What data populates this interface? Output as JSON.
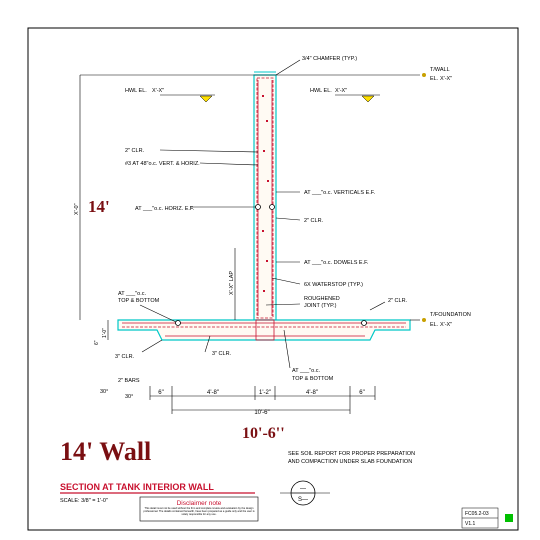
{
  "labels": {
    "chamfer": "3/4\" CHAMFER (TYP.)",
    "top_of_wall": "T/WALL",
    "wall_el": "EL.",
    "wall_el_value": "X'-X\"",
    "hwl_left": "HWL EL.",
    "hwl_left_value": "X'-X\"",
    "hwl_right": "HWL EL.",
    "hwl_right_value": "X'-X\"",
    "clr_2_left": "2\" CLR.",
    "temp_bars": "#3 AT 48\"o.c. VERT. & HORIZ.",
    "verticals_ef": "AT ___\"o.c. VERTICALS E.F.",
    "horiz_ef": "AT ___\"o.c. HORIZ. E.F.",
    "clr_2_right": "2\" CLR.",
    "dowels_ef": "AT ___\"o.c. DOWELS E.F.",
    "waterstop": "6X WATERSTOP (TYP.)",
    "roughened": "ROUGHENED",
    "joint": "JOINT (TYP.)",
    "clr_2_slab": "2\" CLR.",
    "top_of_foundation": "T/FOUNDATION",
    "foundation_el": "EL.",
    "foundation_el_value": "X'-X\"",
    "at_top_bottom_left": "AT ___\"o.c.",
    "top_bottom_left": "TOP & BOTTOM",
    "clr_3_left": "3\" CLR.",
    "clr_3_mid": "3\" CLR.",
    "bars_2": "2\" BARS",
    "at_top_bottom_right": "AT ___\"o.c.",
    "top_bottom_right": "TOP & BOTTOM",
    "wall_height_dim": "X'-0\"",
    "lap_dim": "X'-X\" LAP",
    "slab_thk_dim": "1'-0\"",
    "slab_thk_dim2": "6\"",
    "angle_45": "30°",
    "angle_45b": "30°"
  },
  "dimensions": {
    "d1": "6\"",
    "d2": "4'-8\"",
    "d3": "1'-2\"",
    "d4": "4'-8\"",
    "d5": "6\"",
    "overall": "10'-6\""
  },
  "callouts": {
    "height_14": "14'",
    "overall_width": "10'-6''",
    "title_big": "14' Wall"
  },
  "notes": {
    "soil": "SEE SOIL REPORT FOR PROPER PREPARATION",
    "soil2": "AND COMPACTION UNDER SLAB FOUNDATION"
  },
  "title_block": {
    "title": "SECTION AT TANK INTERIOR WALL",
    "scale": "SCALE: 3/8\" = 1'-0\"",
    "disclaimer_title": "Disclaimer note",
    "disclaimer_body": "This detail must not be used without the firm and complete review and evaluation by the design professional. The details contained herewith, have been prepared as a guide only and the user is solely responsible for any use.",
    "section_mark_top": "—",
    "section_mark_bottom": "S—",
    "sheet_id": "FC05.2-03",
    "version": "V1.1"
  },
  "colors": {
    "rebar": "#c8102e",
    "concrete": "#00c8c8",
    "accent": "#7a0f12",
    "status": "#00c000"
  }
}
